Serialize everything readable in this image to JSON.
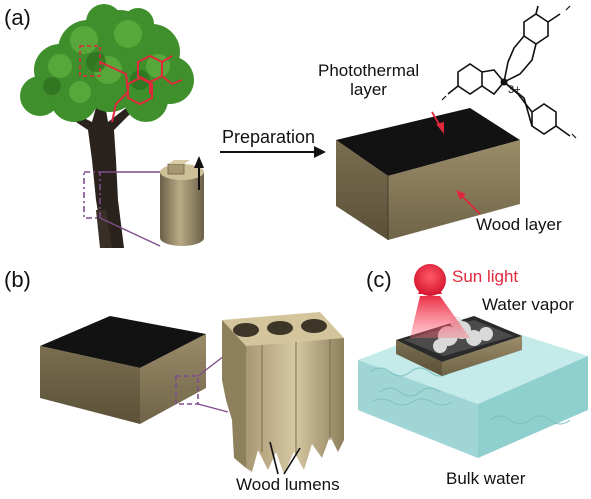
{
  "panels": {
    "a": {
      "label": "(a)",
      "arrow_label": "Preparation",
      "photothermal_label": "Photothermal\nlayer",
      "wood_label": "Wood layer",
      "chem_charge": "3+"
    },
    "b": {
      "label": "(b)",
      "lumens_label": "Wood lumens"
    },
    "c": {
      "label": "(c)",
      "sun_label": "Sun light",
      "vapor_label": "Water vapor",
      "bulk_label": "Bulk water"
    }
  },
  "colors": {
    "black_layer": "#121212",
    "wood_front": "#8f8160",
    "wood_side": "#6f6448",
    "accent_red": "#e0283c",
    "water": "#b7e3e2",
    "tree_green": "#3f8f2c",
    "dashed_purple": "#7e4c8c"
  }
}
